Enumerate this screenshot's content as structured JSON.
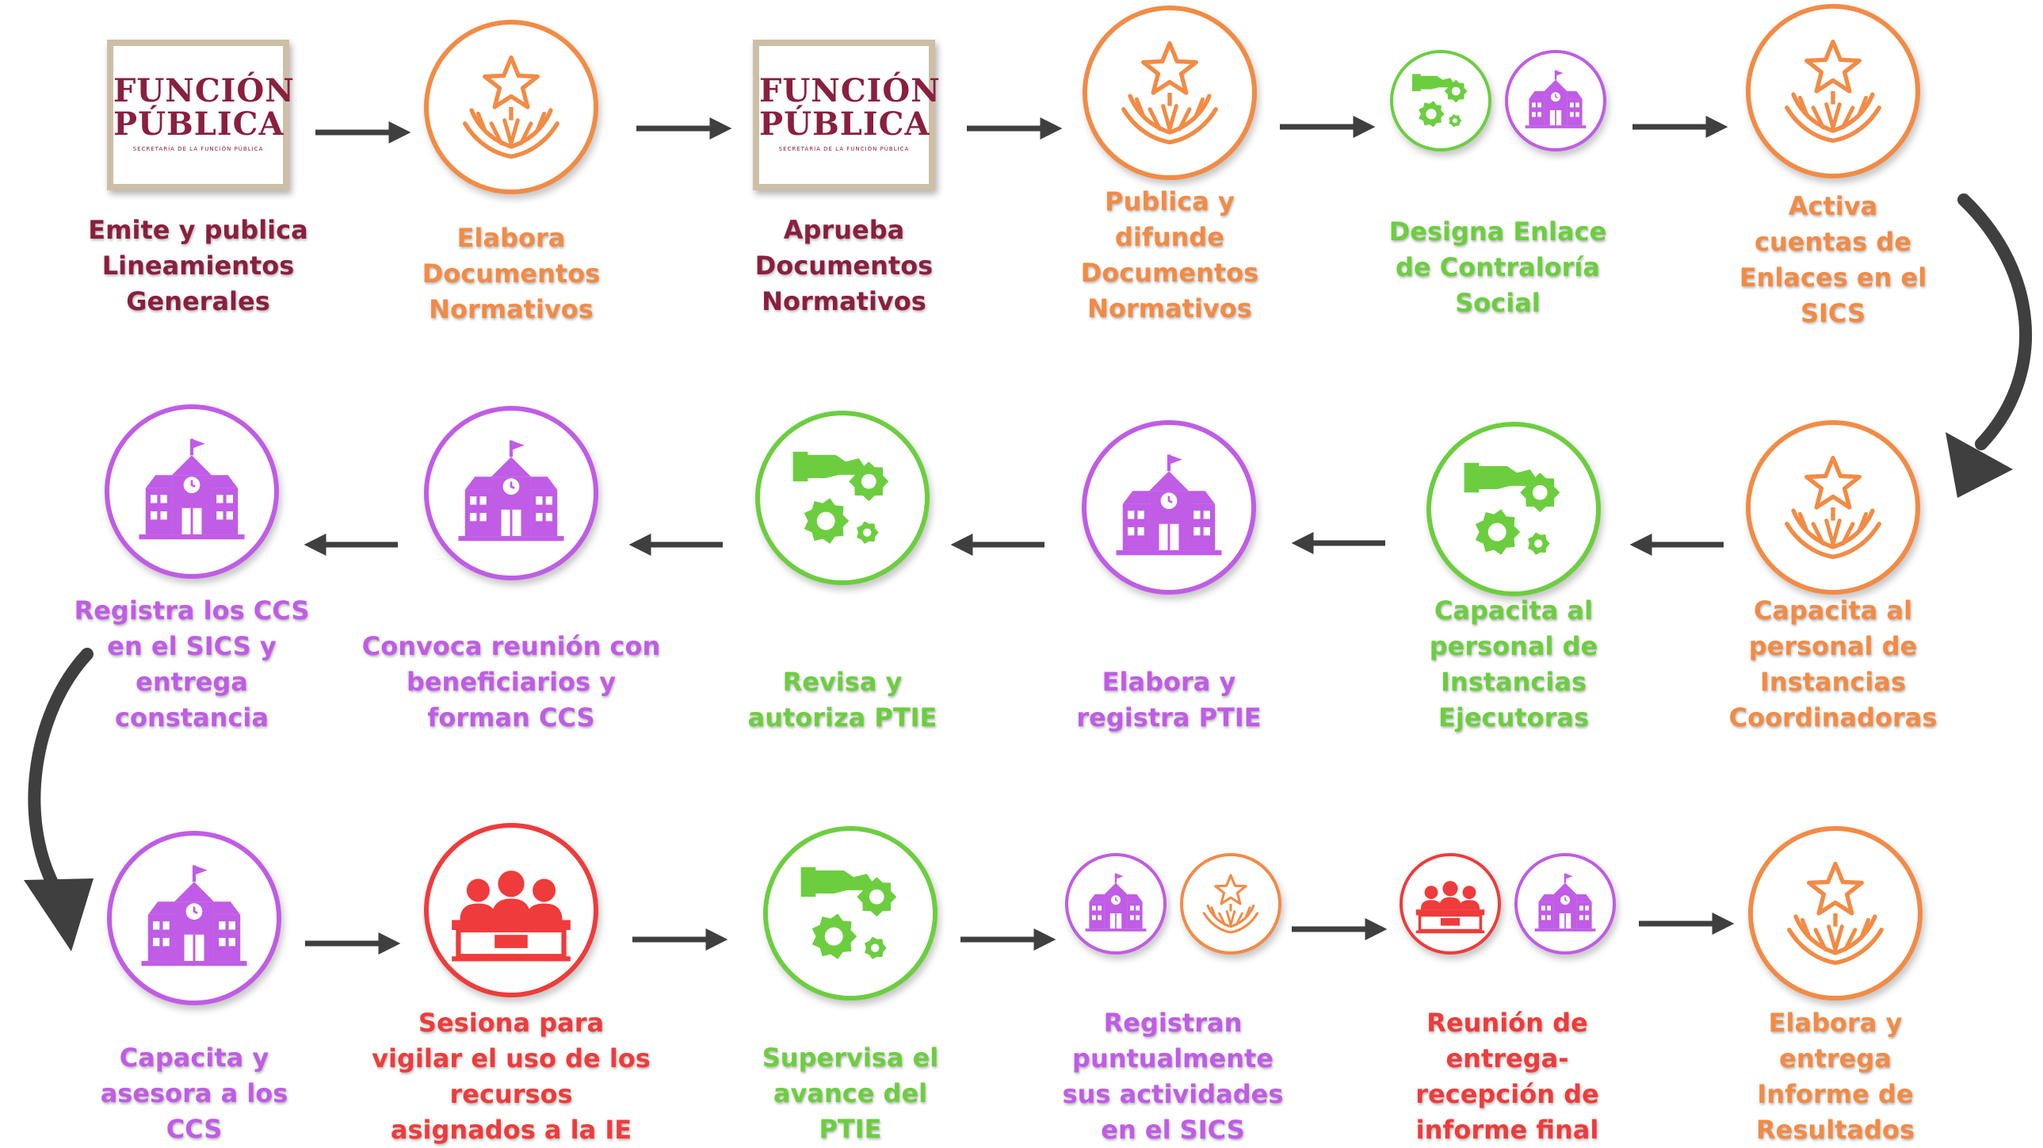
{
  "colors": {
    "maroon": "#8a1f3f",
    "orange": "#f28b45",
    "green": "#6cce3f",
    "purple": "#c05ce5",
    "red": "#ef3b3b",
    "arrow": "#3f3f3f"
  },
  "logo": {
    "line1": "FUNCIÓN",
    "line2": "PÚBLICA",
    "tagline": "SECRETARÍA DE LA FUNCIÓN PÚBLICA"
  },
  "steps": [
    {
      "id": "s1",
      "row": 1,
      "icons": [
        "funcion-publica-logo"
      ],
      "color": "maroon",
      "label": "Emite y publica\nLineamientos\nGenerales"
    },
    {
      "id": "s2",
      "row": 1,
      "icons": [
        "hands-star-icon"
      ],
      "color": "orange",
      "label": "Elabora\nDocumentos\nNormativos"
    },
    {
      "id": "s3",
      "row": 1,
      "icons": [
        "funcion-publica-logo"
      ],
      "color": "maroon",
      "label": "Aprueba\nDocumentos\nNormativos"
    },
    {
      "id": "s4",
      "row": 1,
      "icons": [
        "hands-star-icon"
      ],
      "color": "orange",
      "label": "Publica y\ndifunde\nDocumentos\nNormativos"
    },
    {
      "id": "s5",
      "row": 1,
      "icons": [
        "hand-gears-icon",
        "school-building-icon"
      ],
      "color": "green",
      "label": "Designa Enlace\nde Contraloría\nSocial"
    },
    {
      "id": "s6",
      "row": 1,
      "icons": [
        "hands-star-icon"
      ],
      "color": "orange",
      "label": "Activa\ncuentas de\nEnlaces en el\nSICS"
    },
    {
      "id": "s7",
      "row": 2,
      "icons": [
        "hands-star-icon"
      ],
      "color": "orange",
      "label": "Capacita al\npersonal de\nInstancias\nCoordinadoras"
    },
    {
      "id": "s8",
      "row": 2,
      "icons": [
        "hand-gears-icon"
      ],
      "color": "green",
      "label": "Capacita al\npersonal de\nInstancias\nEjecutoras"
    },
    {
      "id": "s9",
      "row": 2,
      "icons": [
        "school-building-icon"
      ],
      "color": "purple",
      "label": "Elabora y\nregistra  PTIE"
    },
    {
      "id": "s10",
      "row": 2,
      "icons": [
        "hand-gears-icon"
      ],
      "color": "green",
      "label": "Revisa y\nautoriza PTIE"
    },
    {
      "id": "s11",
      "row": 2,
      "icons": [
        "school-building-icon"
      ],
      "color": "purple",
      "label": "Convoca reunión con\nbeneficiarios y\nforman CCS"
    },
    {
      "id": "s12",
      "row": 2,
      "icons": [
        "school-building-icon"
      ],
      "color": "purple",
      "label": "Registra los CCS\nen el SICS y\nentrega\nconstancia"
    },
    {
      "id": "s13",
      "row": 3,
      "icons": [
        "school-building-icon"
      ],
      "color": "purple",
      "label": "Capacita y\nasesora a los\nCCS"
    },
    {
      "id": "s14",
      "row": 3,
      "icons": [
        "committee-icon"
      ],
      "color": "red",
      "label": "Sesiona para\nvigilar el uso de los\nrecursos\nasignados a la IE"
    },
    {
      "id": "s15",
      "row": 3,
      "icons": [
        "hand-gears-icon"
      ],
      "color": "green",
      "label": "Supervisa el\navance del\nPTIE"
    },
    {
      "id": "s16",
      "row": 3,
      "icons": [
        "school-building-icon",
        "hands-star-icon"
      ],
      "color": "purple",
      "label": "Registran\npuntualmente\nsus actividades\nen el SICS"
    },
    {
      "id": "s17",
      "row": 3,
      "icons": [
        "committee-icon",
        "school-building-icon"
      ],
      "color": "red",
      "label": "Reunión de\nentrega-\nrecepción de\ninforme final"
    },
    {
      "id": "s18",
      "row": 3,
      "icons": [
        "hands-star-icon"
      ],
      "color": "orange",
      "label": "Elabora y\nentrega\nInforme de\nResultados"
    }
  ]
}
